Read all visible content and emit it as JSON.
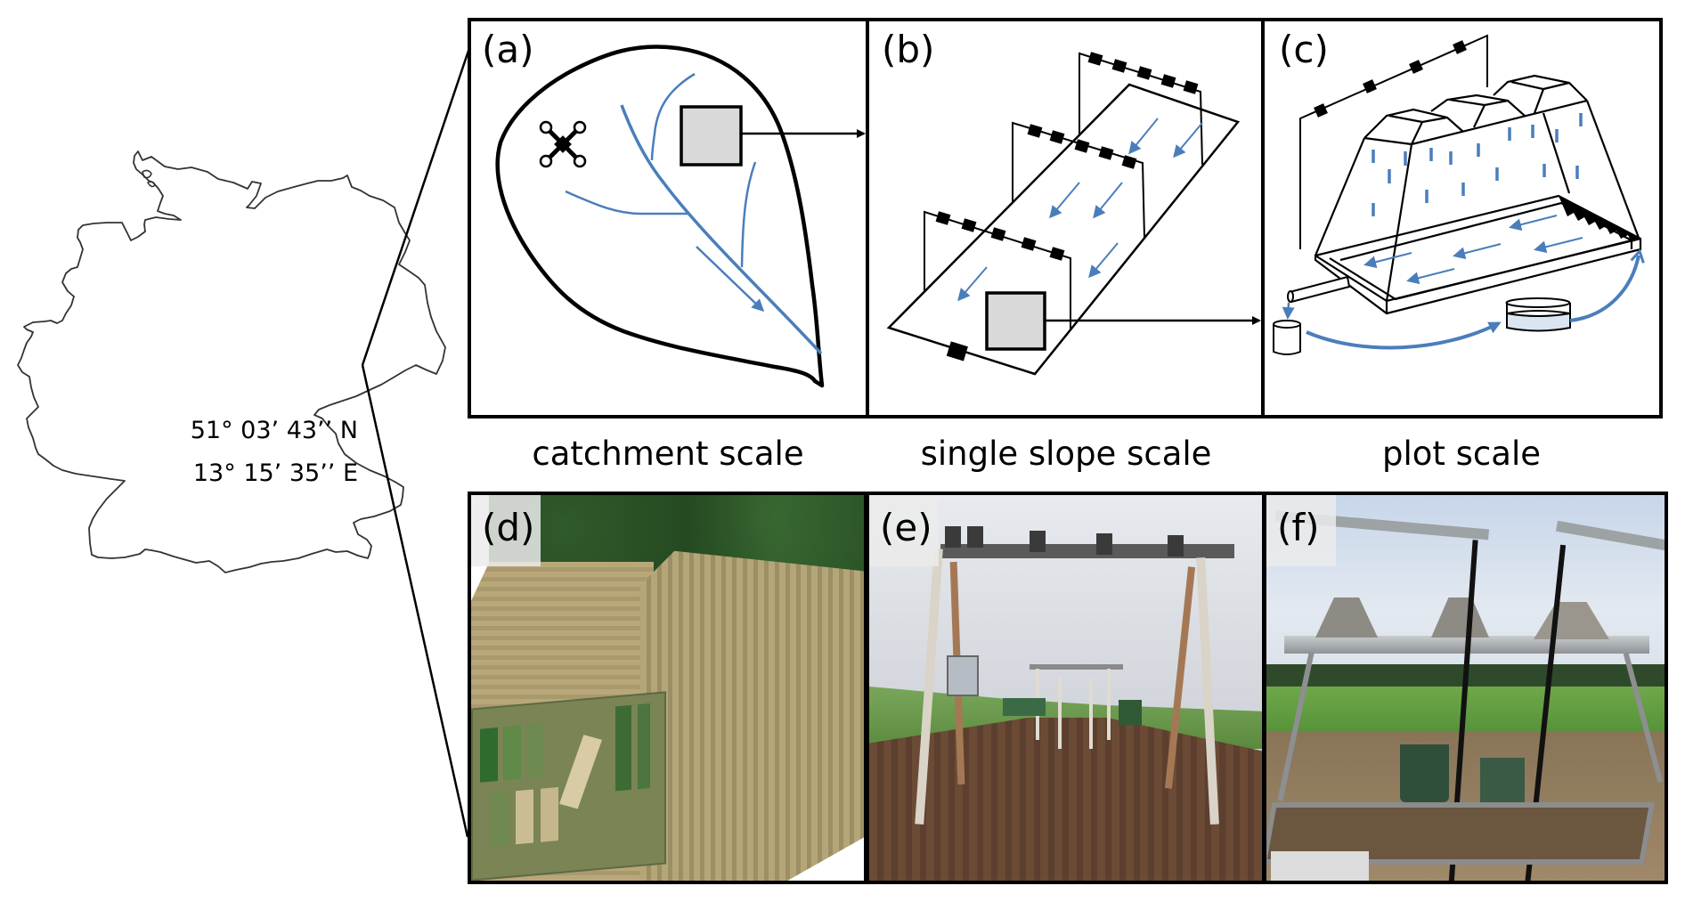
{
  "figure": {
    "location": {
      "latitude": "51° 03’ 43’’ N",
      "longitude": "13° 15’ 35’’ E",
      "map_region": "Germany"
    },
    "panels": [
      {
        "id": "a",
        "label": "(a)",
        "type": "schematic",
        "content": "catchment with drone, stream network and highlighted slope box"
      },
      {
        "id": "b",
        "label": "(b)",
        "type": "schematic",
        "content": "single slope with three sprinkler frames and flow arrows"
      },
      {
        "id": "c",
        "label": "(c)",
        "type": "schematic",
        "content": "plot rainfall simulator with runoff tray, bucket and tank"
      },
      {
        "id": "d",
        "label": "(d)",
        "type": "photo",
        "content": "aerial orthophoto of field and forest"
      },
      {
        "id": "e",
        "label": "(e)",
        "type": "photo",
        "content": "single slope sprinkler frames in field"
      },
      {
        "id": "f",
        "label": "(f)",
        "type": "photo",
        "content": "plot-scale rainfall simulator"
      }
    ],
    "scale_labels": [
      "catchment scale",
      "single slope scale",
      "plot scale"
    ],
    "colors": {
      "stroke": "#000000",
      "water_blue": "#4a7ebb",
      "box_gray": "#d9d9d9",
      "tank_water": "#dbe5f1"
    }
  }
}
